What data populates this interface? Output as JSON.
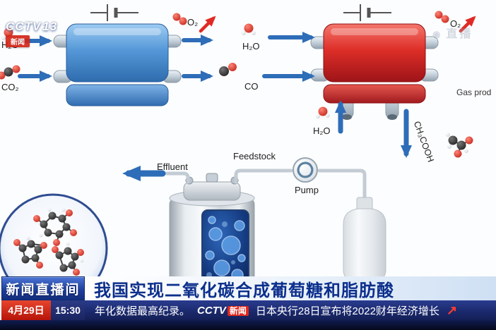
{
  "channel": {
    "logo_cctv": "CCTV",
    "logo_num": "13",
    "logo_sub": "新闻",
    "watermark": "直播"
  },
  "diagram": {
    "labels": {
      "h2o_left": "H₂O",
      "co2_left": "CO₂",
      "o2_left": "O₂",
      "h2o_mid": "H₂O",
      "co_mid": "CO",
      "o2_right": "O₂",
      "gas_product": "Gas prod",
      "h2o_bottom": "H₂O",
      "ch3cooh": "CH₃COOH",
      "feedstock": "Feedstock",
      "pump": "Pump",
      "effluent": "Effluent"
    }
  },
  "banner": {
    "program": "新闻直播间",
    "date": "4月29日",
    "time": "15:30",
    "headline": "我国实现二氧化碳合成葡萄糖和脂肪酸",
    "ticker_left": "年化数据最高纪录。",
    "ticker_logo_cctv": "CCTV",
    "ticker_logo_xinwen": "新闻",
    "ticker_right": "日本央行28日宣布将2022财年经济增长",
    "ticker_arrow": "↗"
  },
  "colors": {
    "headline_blue": "#0c2f8c",
    "ticker_navy": "#1b2a6e",
    "date_red": "#c31f10",
    "device_blue": "#4a8fd0",
    "device_red": "#d42420",
    "arrow_blue": "#2e6db8",
    "arrow_red": "#e02a24"
  }
}
